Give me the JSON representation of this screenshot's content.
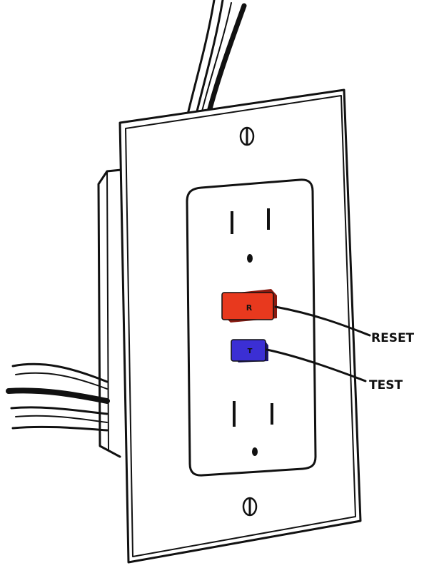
{
  "labels": {
    "reset_callout": "RESET",
    "test_callout": "TEST",
    "reset_button_letter": "R",
    "test_button_letter": "T"
  },
  "colors": {
    "reset_button": "#e8391e",
    "test_button": "#3b2fd4",
    "ink": "#111111",
    "background": "#ffffff"
  }
}
